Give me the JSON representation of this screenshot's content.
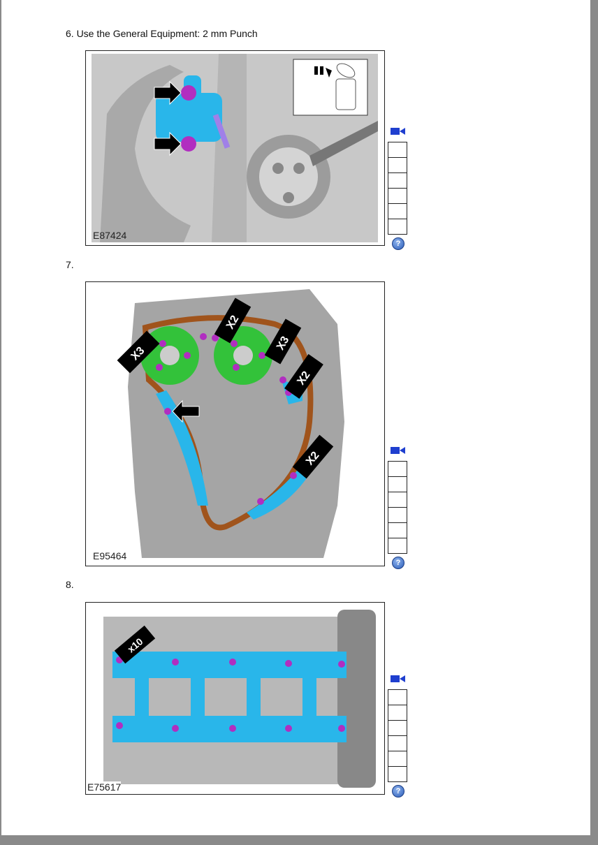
{
  "steps": [
    {
      "label": "6. Use the General Equipment: 2 mm Punch",
      "figure_id": "E87424",
      "callouts": []
    },
    {
      "label": "7.",
      "figure_id": "E95464",
      "callouts": [
        "X3",
        "X2",
        "X3",
        "X2",
        "X2"
      ]
    },
    {
      "label": "8.",
      "figure_id": "E75617",
      "callouts": [
        "x10"
      ]
    }
  ],
  "side_icons": {
    "camera": "video-camera-icon",
    "help": "help-icon",
    "help_glyph": "?"
  },
  "colors": {
    "part": "#29b6ea",
    "bolt": "#b12ec0",
    "sprocket": "#33c23a",
    "chain": "#a0541c"
  }
}
